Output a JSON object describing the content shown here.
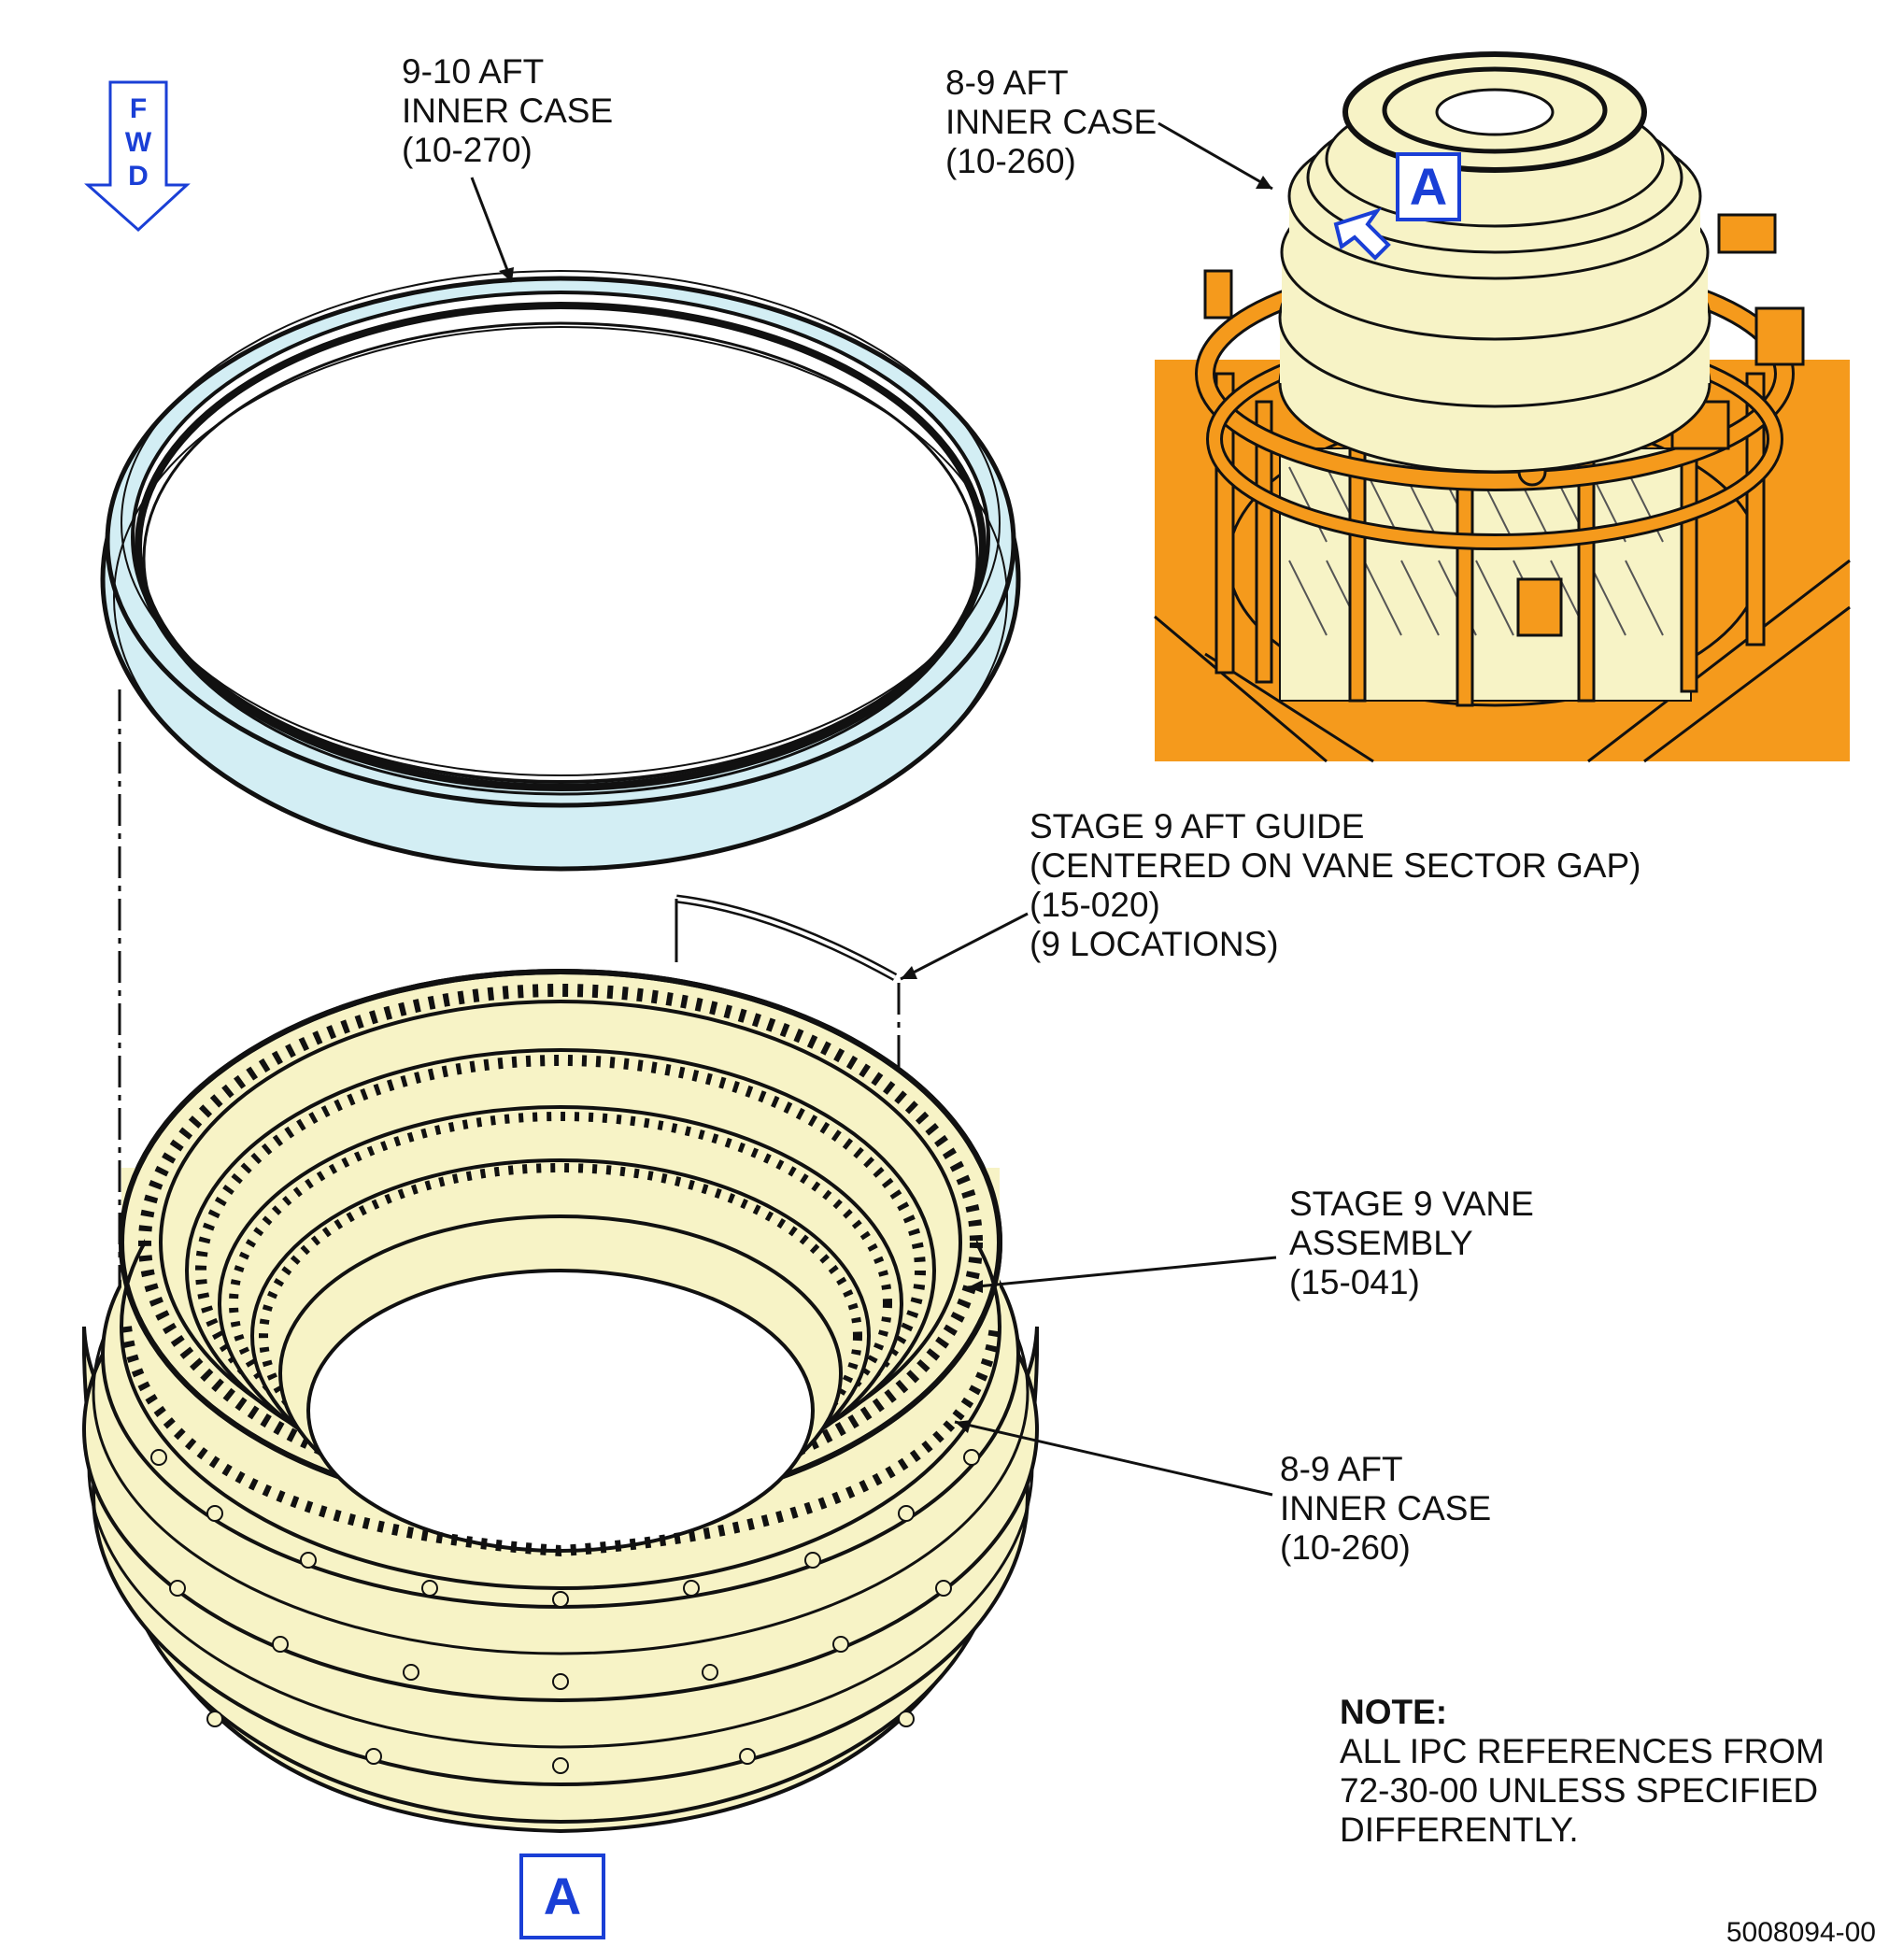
{
  "orientation": {
    "letters": [
      "F",
      "W",
      "D"
    ],
    "color": "#1a3fd6"
  },
  "callouts": {
    "outer_ring": [
      "9-10 AFT",
      "INNER CASE",
      "(10-270)"
    ],
    "detail_case": [
      "8-9 AFT",
      "INNER CASE",
      "(10-260)"
    ],
    "guide": [
      "STAGE 9 AFT GUIDE",
      "(CENTERED ON VANE SECTOR GAP)",
      "(15-020)",
      "(9 LOCATIONS)"
    ],
    "vane": [
      "STAGE 9 VANE",
      "ASSEMBLY",
      "(15-041)"
    ],
    "lower_case": [
      "8-9 AFT",
      "INNER CASE",
      "(10-260)"
    ]
  },
  "view_marker": {
    "detail": "A",
    "main": "A",
    "color": "#1a3fd6"
  },
  "note": {
    "title": "NOTE:",
    "lines": [
      "ALL IPC REFERENCES FROM",
      "72-30-00 UNLESS SPECIFIED",
      "DIFFERENTLY."
    ]
  },
  "drawing_number": "5008094-00",
  "colors": {
    "ring": "#d3eef4",
    "case": "#f7f3c6",
    "fixture": "#f59a1c",
    "outline": "#111111"
  }
}
